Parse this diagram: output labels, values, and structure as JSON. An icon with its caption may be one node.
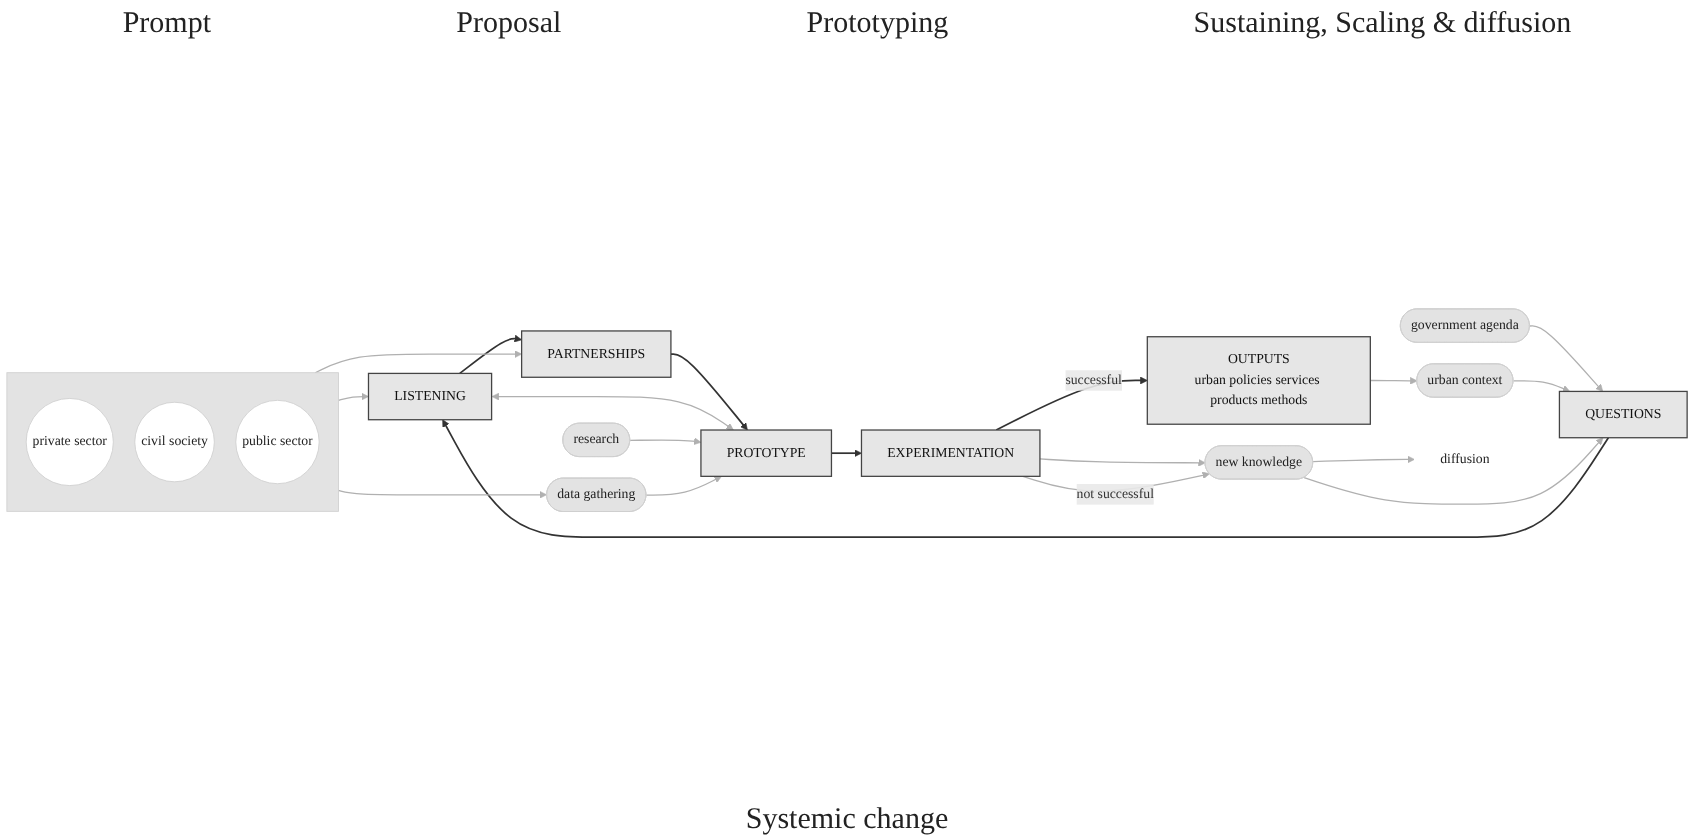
{
  "diagram": {
    "nodes": [
      {
        "text": [
          "government agenda"
        ]
      },
      {
        "text": [
          "QUESTIONS"
        ]
      },
      {
        "text": [
          "urban context"
        ]
      },
      {
        "text": [
          "LISTENING"
        ]
      },
      {
        "text": [
          "PARTNERSHIPS"
        ]
      },
      {
        "text": [],
        "shape": "box"
      },
      {
        "text": [
          "private sector"
        ],
        "in": 5
      },
      {
        "text": [
          "civil society"
        ],
        "in": 5
      },
      {
        "text": [
          "public sector"
        ],
        "in": 5
      },
      {
        "text": [
          "research"
        ]
      },
      {
        "text": [
          "PROTOTYPE"
        ]
      },
      {
        "text": [
          "data gathering"
        ]
      },
      {
        "text": [
          "diffusion"
        ]
      },
      {
        "text": [
          "new knowledge"
        ]
      },
      {
        "text": [
          "EXPERIMENTATION"
        ]
      },
      {
        "text": [
          "OUTPUTS",
          "urban policies services products methods"
        ]
      }
    ],
    "edges": [
      {
        "from": 0,
        "to": 1,
        "arrow": "to"
      },
      {
        "from": 2,
        "to": 1,
        "arrow": "to"
      },
      {
        "from": 1,
        "to": 3,
        "arrow": "to",
        "color": "#333333"
      },
      {
        "from": 3,
        "to": 4,
        "arrow": "to",
        "color": "#333333"
      },
      {
        "from": 4,
        "to": 10,
        "arrow": "to",
        "color": "#333333"
      },
      {
        "from": 10,
        "to": 14,
        "arrow": "to",
        "color": "#333333"
      },
      {
        "from": 14,
        "to": 15,
        "arrow": "to",
        "label": "successful",
        "color": "#333333"
      },
      {
        "from": 14,
        "to": 13,
        "arrow": "to"
      },
      {
        "from": 14,
        "to": 13,
        "arrow": "to",
        "label": "not successful"
      },
      {
        "from": 13,
        "to": 12,
        "arrow": "to"
      },
      {
        "from": 13,
        "to": 1,
        "arrow": "to"
      },
      {
        "from": 3,
        "to": 10,
        "arrow": "both"
      },
      {
        "from": 5,
        "to": 3,
        "arrow": "to"
      },
      {
        "from": 5,
        "to": 4,
        "arrow": "to"
      },
      {
        "from": 5,
        "to": 11,
        "arrow": "to"
      },
      {
        "from": 9,
        "to": 10,
        "arrow": "to"
      },
      {
        "from": 11,
        "to": 10,
        "arrow": "to"
      },
      {
        "from": 15,
        "to": 2,
        "arrow": "to"
      }
    ],
    "labels": [
      "Prompt",
      "Proposal",
      "Prototyping",
      "Sustaining, Scaling & diffusion",
      "Systemic change"
    ]
  }
}
